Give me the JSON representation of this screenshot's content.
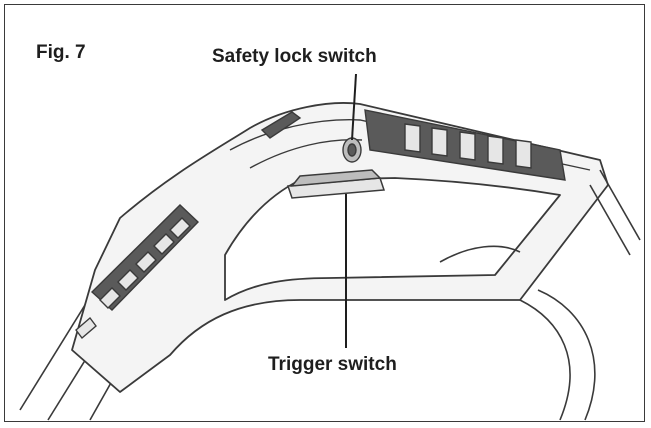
{
  "figure": {
    "label": "Fig. 7",
    "callouts": {
      "safety_lock": "Safety lock switch",
      "trigger": "Trigger switch"
    }
  },
  "colors": {
    "line": "#3a3a3a",
    "shade_dark": "#5a5a5a",
    "shade_mid": "#bdbdbd",
    "shade_light": "#e6e6e6",
    "body_fill": "#f4f4f4",
    "background": "#ffffff"
  }
}
